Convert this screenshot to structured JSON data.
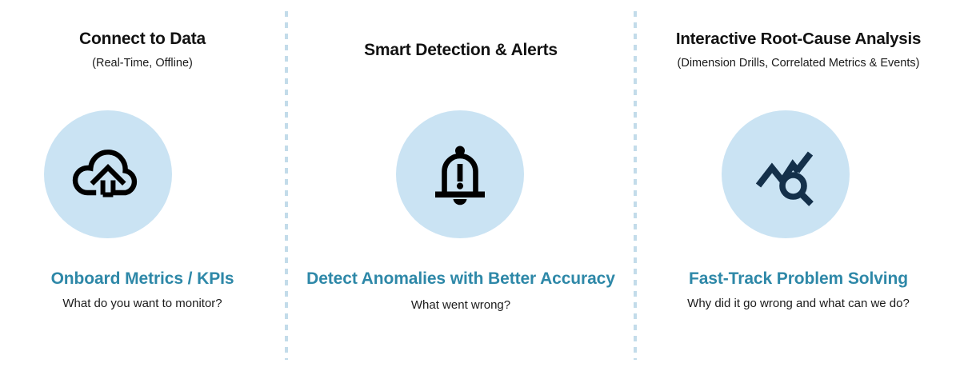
{
  "theme": {
    "background": "#ffffff",
    "circle_fill": "#cae3f3",
    "divider_color": "#c3dcea",
    "accent_teal": "#2e88a8",
    "icon_black": "#000000",
    "icon_navy": "#14304a"
  },
  "columns": [
    {
      "id": "connect-to-data",
      "title": "Connect to Data",
      "subtitle": "(Real-Time, Offline)",
      "icon": "cloud-upload-icon",
      "caption_title": "Onboard Metrics / KPIs",
      "caption_sub": "What do you want to monitor?"
    },
    {
      "id": "smart-detection-alerts",
      "title": "Smart Detection & Alerts",
      "subtitle": "",
      "icon": "alert-bell-icon",
      "caption_title": "Detect Anomalies with Better Accuracy",
      "caption_sub": "What went wrong?"
    },
    {
      "id": "interactive-root-cause-analysis",
      "title": "Interactive Root-Cause Analysis",
      "subtitle": "(Dimension Drills, Correlated Metrics & Events)",
      "icon": "chart-search-icon",
      "caption_title": "Fast-Track Problem Solving",
      "caption_sub": "Why did it go wrong and what can we do?"
    }
  ]
}
